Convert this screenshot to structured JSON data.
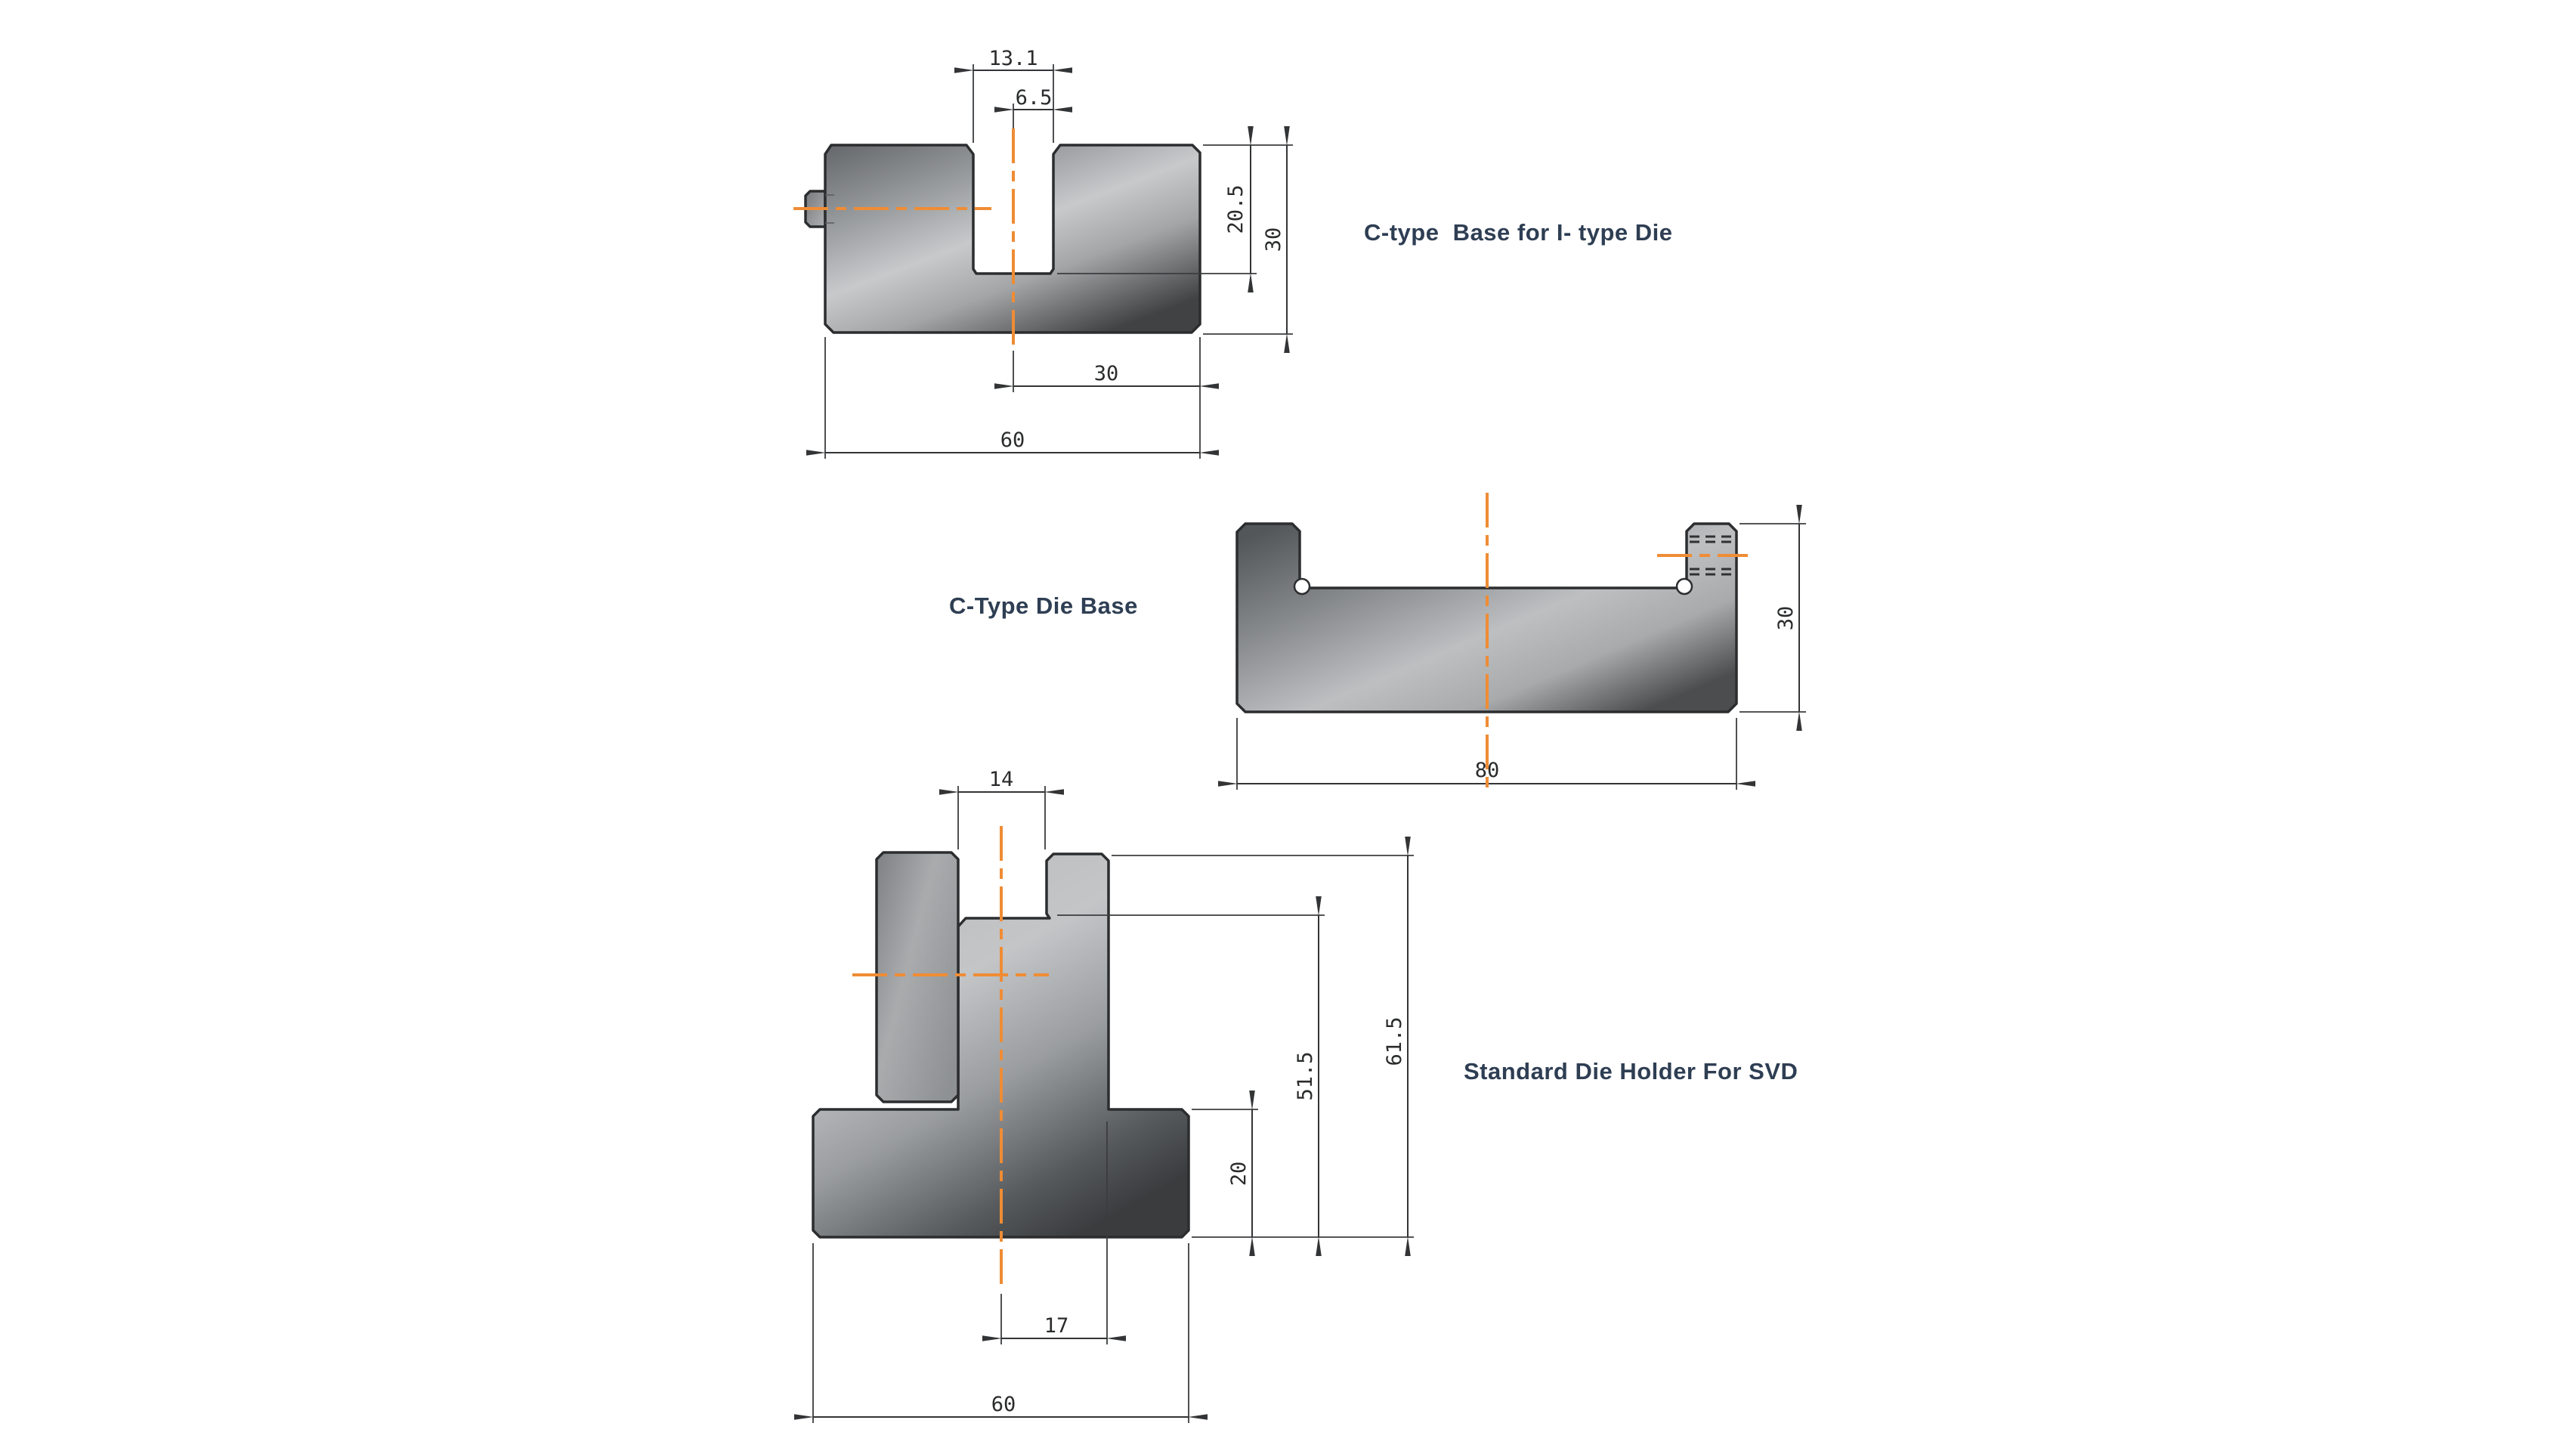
{
  "page": {
    "background": "#ffffff"
  },
  "colors": {
    "centerline_orange": "#EF8C35",
    "part_outline": "#2b2d2f",
    "dimension_line": "#333436",
    "dimension_text": "#2a2b2c",
    "title_text": "#2e3e53",
    "part_fill_light": "#c7c9cb",
    "part_fill_dark": "#404244"
  },
  "figures": {
    "ctype_base_for_i_die": {
      "title": "C-type  Base for I- type Die",
      "dims": {
        "slot_opening_width": "13.1",
        "slot_half_width": "6.5",
        "slot_depth": "20.5",
        "block_height": "30",
        "center_to_edge": "30",
        "block_width": "60"
      }
    },
    "ctype_die_base": {
      "title": "C-Type Die Base",
      "dims": {
        "height": "30",
        "width": "80"
      }
    },
    "svd_die_holder": {
      "title": "Standard Die Holder For SVD",
      "dims": {
        "slot_width": "14",
        "shoulder_height": "51.5",
        "total_height": "61.5",
        "base_height": "20",
        "center_to_stem_edge": "17",
        "base_width": "60"
      }
    }
  }
}
